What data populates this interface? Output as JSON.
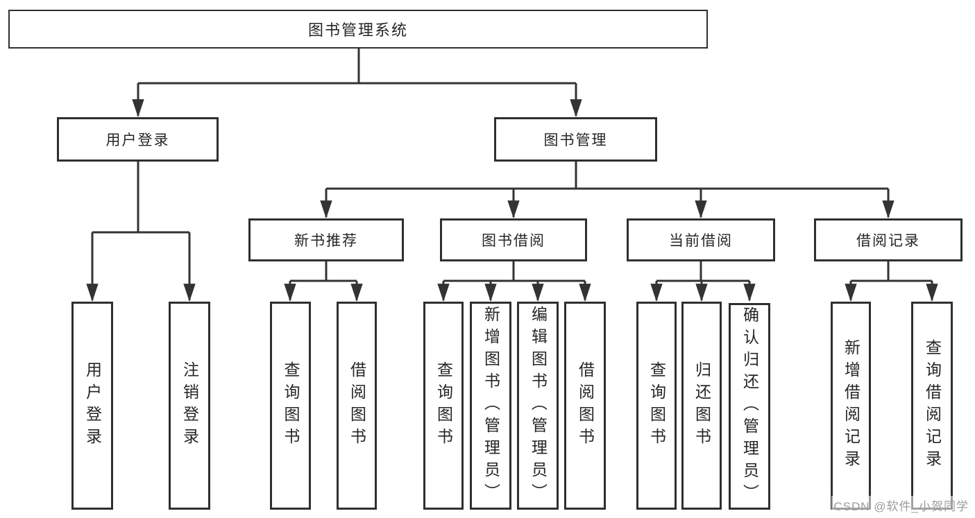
{
  "tree": {
    "label": "图书管理系统",
    "children": [
      {
        "label": "用户登录",
        "children": [
          {
            "label": "用户登录"
          },
          {
            "label": "注销登录"
          }
        ]
      },
      {
        "label": "图书管理",
        "children": [
          {
            "label": "新书推荐",
            "children": [
              {
                "label": "查询图书"
              },
              {
                "label": "借阅图书"
              }
            ]
          },
          {
            "label": "图书借阅",
            "children": [
              {
                "label": "查询图书"
              },
              {
                "label": "新增图书（管理员）"
              },
              {
                "label": "编辑图书（管理员）"
              },
              {
                "label": "借阅图书"
              }
            ]
          },
          {
            "label": "当前借阅",
            "children": [
              {
                "label": "查询图书"
              },
              {
                "label": "归还图书"
              },
              {
                "label": "确认归还（管理员）"
              }
            ]
          },
          {
            "label": "借阅记录",
            "children": [
              {
                "label": "新增借阅记录"
              },
              {
                "label": "查询借阅记录"
              }
            ]
          }
        ]
      }
    ]
  },
  "watermark": {
    "text": "CSDN @软件_小贺同学"
  },
  "colors": {
    "line": "#333333",
    "box_border": "#2f2f2f",
    "text_color": "#262626",
    "watermark_color": "#9c9c9c",
    "background": "#ffffff"
  }
}
